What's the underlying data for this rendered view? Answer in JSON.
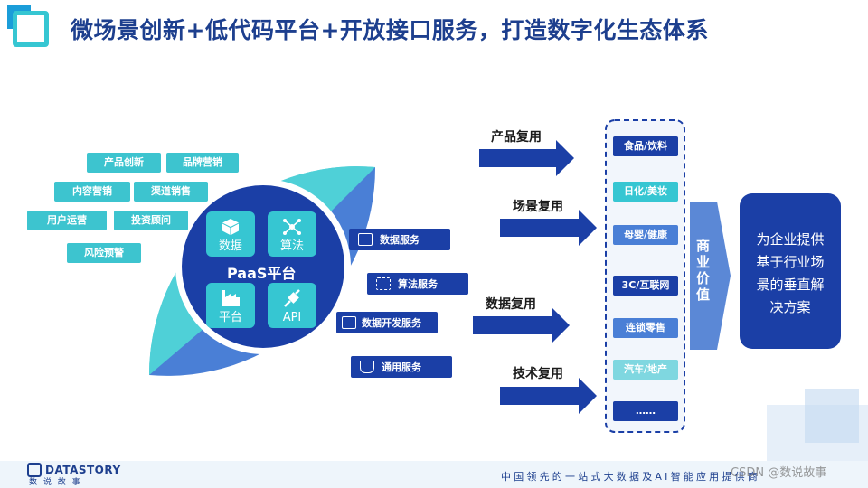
{
  "header": {
    "title": "微场景创新+低代码平台+开放接口服务，打造数字化生态体系"
  },
  "app_store": {
    "title": "App Store",
    "tags": [
      "产品创新",
      "品牌营销",
      "内容营销",
      "渠道销售",
      "用户运营",
      "投资顾问",
      "风险预警"
    ]
  },
  "paas": {
    "title": "PaaS平台",
    "tiles": [
      "数据",
      "算法",
      "平台",
      "API"
    ]
  },
  "open_platform": {
    "title": "开放平台",
    "services": [
      "数据服务",
      "算法服务",
      "数据开发服务",
      "通用服务"
    ]
  },
  "reuse": [
    "产品复用",
    "场景复用",
    "数据复用",
    "技术复用"
  ],
  "industries": [
    "食品/饮料",
    "日化/美妆",
    "母婴/健康",
    "3C/互联网",
    "连锁零售",
    "汽车/地产",
    "……"
  ],
  "business_value": "商业价值",
  "solution": "为企业提供基于行业场景的垂直解决方案",
  "footer": {
    "brand": "DATASTORY",
    "brand_cn": "数 说 故 事",
    "slogan": "中国领先的一站式大数据及AI智能应用提供商",
    "watermark": "CSDN @数说故事"
  },
  "colors": {
    "navy": "#1b3fa6",
    "teal": "#3dc4cf",
    "mid_blue": "#4a7fd6",
    "title": "#1d3f8e"
  }
}
